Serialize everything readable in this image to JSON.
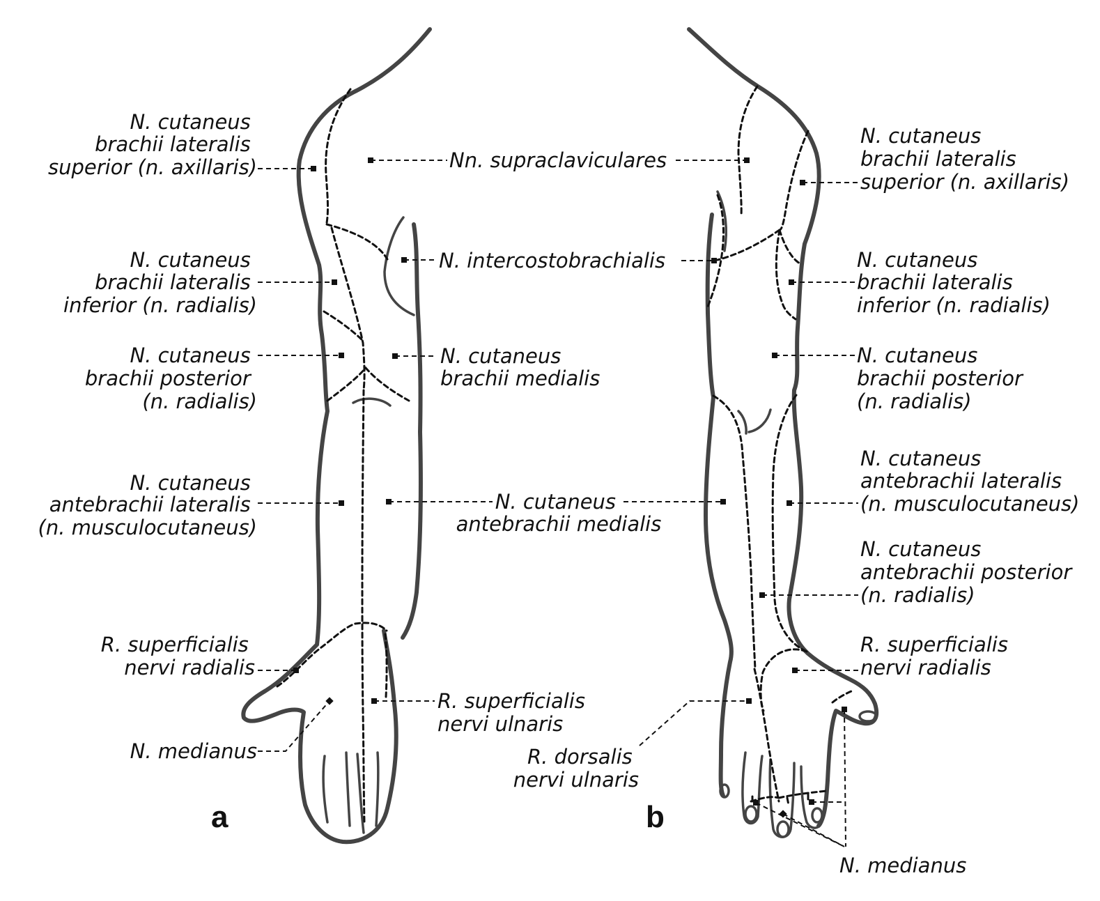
{
  "panels": {
    "a": "a",
    "b": "b"
  },
  "labels": {
    "a_axillaris": [
      "N. cutaneus",
      "brachii lateralis",
      "superior (n. axillaris)"
    ],
    "a_lat_inf": [
      "N. cutaneus",
      "brachii lateralis",
      "inferior (n. radialis)"
    ],
    "a_post": [
      "N. cutaneus",
      "brachii posterior",
      "(n. radialis)"
    ],
    "a_antebr_lat": [
      "N. cutaneus",
      "antebrachii lateralis",
      "(n. musculocutaneus)"
    ],
    "a_sup_rad": [
      "R. superficialis",
      "nervi radialis"
    ],
    "a_medianus": [
      "N. medianus"
    ],
    "supraclav": [
      "Nn. supraclaviculares"
    ],
    "intercosto": [
      "N. intercostobrachialis"
    ],
    "brachii_med": [
      "N. cutaneus",
      "brachii medialis"
    ],
    "antebr_med": [
      "N. cutaneus",
      "antebrachii medialis"
    ],
    "sup_uln": [
      "R. superficialis",
      "nervi ulnaris"
    ],
    "dors_uln": [
      "R. dorsalis",
      "nervi ulnaris"
    ],
    "b_axillaris": [
      "N. cutaneus",
      "brachii lateralis",
      "superior (n. axillaris)"
    ],
    "b_lat_inf": [
      "N. cutaneus",
      "brachii lateralis",
      "inferior (n. radialis)"
    ],
    "b_post": [
      "N. cutaneus",
      "brachii posterior",
      "(n. radialis)"
    ],
    "b_antebr_lat": [
      "N. cutaneus",
      "antebrachii lateralis",
      "(n. musculocutaneus)"
    ],
    "b_antebr_post": [
      "N. cutaneus",
      "antebrachii posterior",
      "(n. radialis)"
    ],
    "b_sup_rad": [
      "R. superficialis",
      "nervi radialis"
    ],
    "b_medianus": [
      "N. medianus"
    ]
  }
}
